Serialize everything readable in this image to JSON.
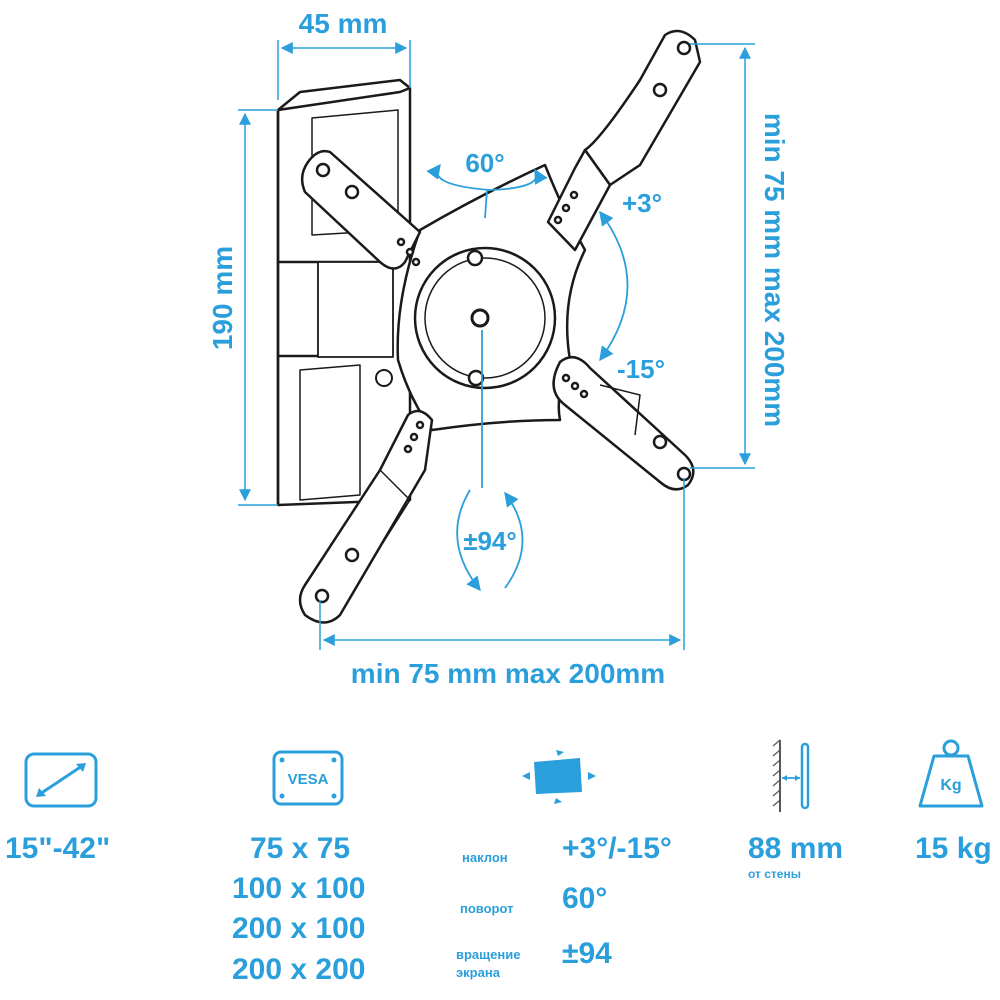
{
  "diagram": {
    "depth_label": "45 mm",
    "height_label": "190 mm",
    "width_label": "min 75 mm max 200mm",
    "vertical_spacing_label": "min 75 mm max 200mm",
    "swivel_label": "60°",
    "tilt_up_label": "+3°",
    "tilt_down_label": "-15°",
    "rotation_label": "±94°"
  },
  "specs": {
    "screen_size": "15\"-42\"",
    "vesa_icon_text": "VESA",
    "vesa_sizes": [
      "75 x 75",
      "100 x 100",
      "200 x 100",
      "200 x 200"
    ],
    "tilt_caption": "наклон",
    "tilt_value": "+3°/-15°",
    "swivel_caption": "поворот",
    "swivel_value": "60°",
    "rotation_caption_line1": "вращение",
    "rotation_caption_line2": "экрана",
    "rotation_value": "±94",
    "wall_distance": "88 mm",
    "wall_distance_caption": "от стены",
    "weight_icon_text": "Kg",
    "max_load": "15 kg"
  },
  "colors": {
    "accent": "#2a9fdb",
    "outline": "#1a1a1a"
  }
}
